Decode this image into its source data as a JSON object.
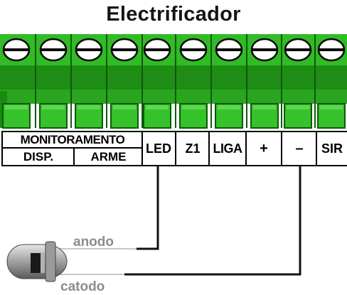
{
  "title": "Electrificador",
  "group_label": "MONITORAMENTO",
  "sub_labels": [
    "DISP.",
    "ARME"
  ],
  "terminal_labels": [
    "LED",
    "Z1",
    "LIGA",
    "+",
    "–",
    "SIR"
  ],
  "wire_labels": {
    "anode": "anodo",
    "cathode": "catodo"
  },
  "colors": {
    "terminal_green": "#29b21f",
    "terminal_dark": "#0d5a08",
    "wire": "#111111",
    "label_gray": "#8c8c8c"
  },
  "icons": [
    "screw-icon",
    "led-icon"
  ]
}
